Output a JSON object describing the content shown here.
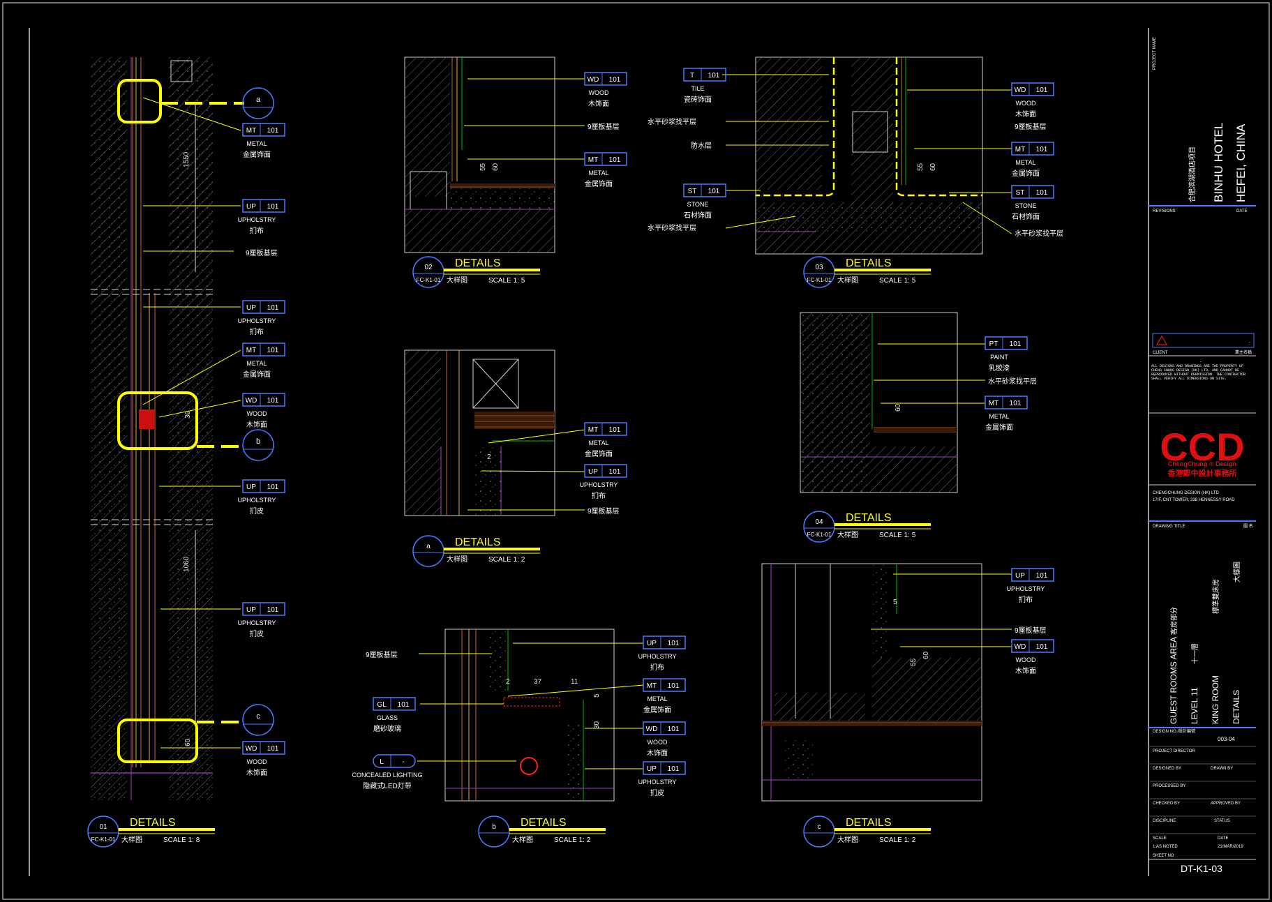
{
  "title_block": {
    "project_name_label": "PROJECT NAME",
    "project_cn": "合肥滨湖酒店项目",
    "project_line1": "BINHU HOTEL",
    "project_line2": "HEFEI, CHINA",
    "revisions_label": "REVISIONS",
    "date_label": "DATE",
    "client_label": "CLIENT",
    "client_cn": "業主名稱",
    "dash": "-",
    "note": "ALL DESIGNS AND DRAWINGS ARE THE PROPERTY OF CHENG CHUNG DESIGN (HK) LTD. AND CANNOT BE REPRODUCED WITHOUT PERMISSION. THE CONTRACTOR SHALL VERIFY ALL DIMENSIONS ON SITE.",
    "logo_text": "CCD",
    "logo_en": "ChengChung ® Design",
    "logo_cn": "香港鄭中設計事務所",
    "company": "CHENGCHUNG DESIGN (HK) LTD",
    "company_addr": "17/F, CNT TOWER, 338 HENNESSY ROAD",
    "drawing_title_label": "DRAWING TITLE",
    "drawing_title_cn": "圖 名",
    "title_en_1": "GUEST ROOMS AREA",
    "title_en_2": "LEVEL 11",
    "title_en_3": "KING ROOM",
    "title_en_4": "DETAILS",
    "title_cn_1": "客房部分",
    "title_cn_2": "十一層",
    "title_cn_3": "標準雙床房",
    "title_cn_4": "大樣圖",
    "design_no_label": "DESIGN NO./設計編號",
    "design_no": "003-04",
    "director_label": "PROJECT DIRECTOR",
    "designed_label": "DESIGNED BY",
    "drawn_label": "DRAWN BY",
    "processed_label": "PROCESSED BY",
    "checked_label": "CHECKED BY",
    "approved_label": "APPROVED BY",
    "discipline_label": "DISCIPLINE",
    "status_label": "STATUS",
    "scale_label": "SCALE",
    "date2_label": "DATE",
    "scale_val": "1:AS NOTED",
    "date_val": "21/MAR/2019",
    "sheet_no_label": "SHEET NO",
    "sheet_no": "DT-K1-03"
  },
  "details": [
    {
      "id": "01",
      "ref": "FC-K1-01",
      "title": "DETAILS",
      "cn": "大样图",
      "scale": "SCALE 1:  8"
    },
    {
      "id": "02",
      "ref": "FC-K1-01",
      "title": "DETAILS",
      "cn": "大样图",
      "scale": "SCALE 1:  5"
    },
    {
      "id": "03",
      "ref": "FC-K1-01",
      "title": "DETAILS",
      "cn": "大样图",
      "scale": "SCALE 1:  5"
    },
    {
      "id": "04",
      "ref": "FC-K1-01",
      "title": "DETAILS",
      "cn": "大样图",
      "scale": "SCALE 1:  5"
    },
    {
      "id": "a",
      "ref": "",
      "title": "DETAILS",
      "cn": "大样图",
      "scale": "SCALE 1:  2"
    },
    {
      "id": "b",
      "ref": "",
      "title": "DETAILS",
      "cn": "大样图",
      "scale": "SCALE 1:  2"
    },
    {
      "id": "c",
      "ref": "",
      "title": "DETAILS",
      "cn": "大样图",
      "scale": "SCALE 1:  2"
    }
  ],
  "tags": {
    "mt": {
      "code": "MT",
      "num": "101",
      "en": "METAL",
      "cn": "金属饰面"
    },
    "up_uph_cloth": {
      "code": "UP",
      "num": "101",
      "en": "UPHOLSTRY",
      "cn": "扪布"
    },
    "up_uph_leather": {
      "code": "UP",
      "num": "101",
      "en": "UPHOLSTRY",
      "cn": "扪皮"
    },
    "wd": {
      "code": "WD",
      "num": "101",
      "en": "WOOD",
      "cn": "木饰面"
    },
    "tile": {
      "code": "T",
      "num": "101",
      "en": "TILE",
      "cn": "瓷砖饰面"
    },
    "stone": {
      "code": "ST",
      "num": "101",
      "en": "STONE",
      "cn": "石材饰面"
    },
    "paint": {
      "code": "PT",
      "num": "101",
      "en": "PAINT",
      "cn": "乳胶漆"
    },
    "glass": {
      "code": "GL",
      "num": "101",
      "en": "GLASS",
      "cn": "磨砂玻璃"
    },
    "light": {
      "code": "L",
      "num": "-",
      "en": "CONCEALED LIGHTING",
      "cn": "隐藏式LED灯带"
    }
  },
  "notes": {
    "plywood": "9厘板基层",
    "leveling": "水平砂浆找平层",
    "waterproof": "防水层"
  },
  "section_marks": [
    "a",
    "b",
    "c"
  ],
  "dims": {
    "d1550": "1550",
    "d1060": "1060",
    "d30": "30",
    "d60": "60",
    "d55": "55",
    "d5": "5",
    "d2": "2",
    "d37": "37",
    "d11": "11"
  }
}
